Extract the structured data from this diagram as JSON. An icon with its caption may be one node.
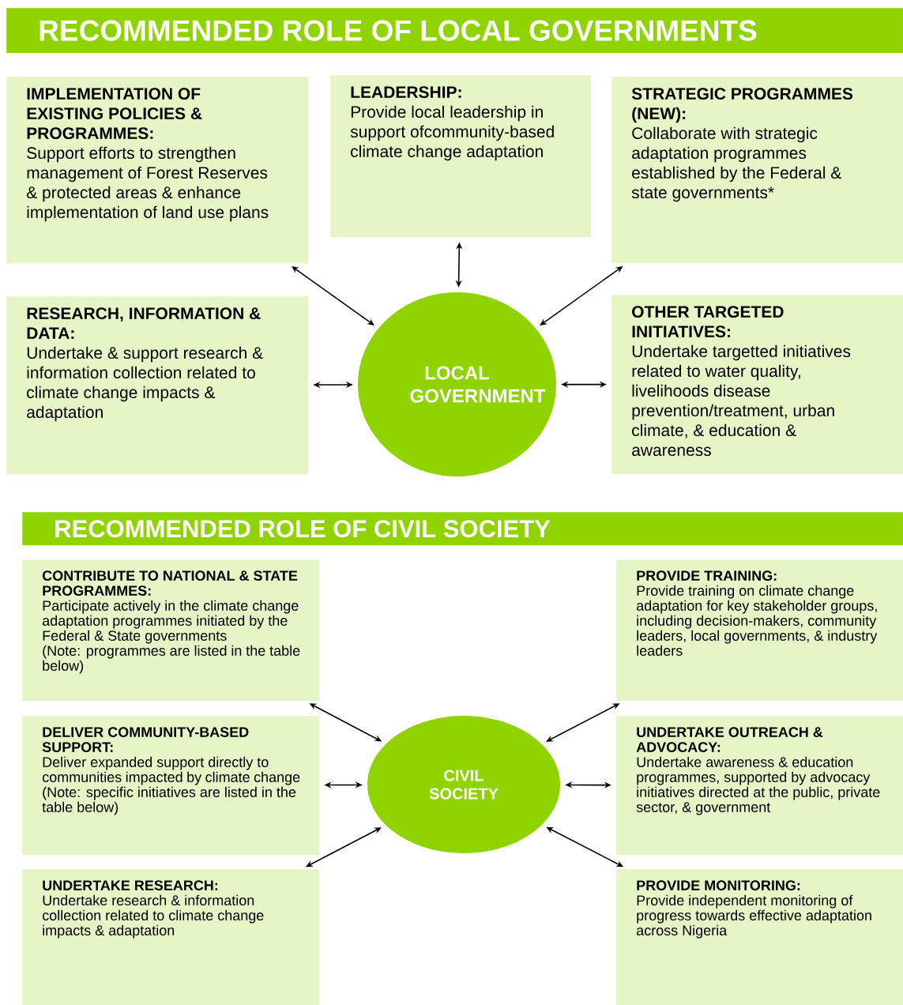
{
  "diagram": {
    "nodes": [
      {
        "text": [
          "RECOMMENDED ROLE OF LOCAL GOVERNMENTS"
        ]
      },
      {
        "text": [
          "IMPLEMENTATION OF EXISTING POLICIES & PROGRAMMES:",
          "Support efforts to strengthen management of Forest Reserves & protected areas & enhance implementation of land use plans"
        ]
      },
      {
        "text": [
          "LEADERSHIP:",
          "Provide local leadership in support ofcommunity-based climate change adaptation"
        ]
      },
      {
        "text": [
          "STRATEGIC PROGRAMMES (NEW):",
          "Collaborate with strategic adaptation programmes established by the Federal & state governments*"
        ]
      },
      {
        "text": [
          "RESEARCH, INFORMATION & DATA:",
          "Undertake & support research & information collection related to climate change impacts & adaptation"
        ]
      },
      {
        "text": [
          "LOCAL GOVERNMENT"
        ]
      },
      {
        "text": [
          "OTHER TARGETED INITIATIVES:",
          "Undertake targetted initiatives related to water quality, livelihoods disease prevention/treatment, urban climate, & education & awareness"
        ]
      },
      {
        "text": [
          "RECOMMENDED ROLE OF CIVIL SOCIETY"
        ]
      },
      {
        "text": [
          "CONTRIBUTE TO NATIONAL & STATE PROGRAMMES:",
          "Participate actively in the climate change adaptation programmes initiated by the Federal & State governments",
          "(Note: programmes are listed in the table below)"
        ]
      },
      {
        "text": [
          "PROVIDE TRAINING:",
          "Provide training on climate change adaptation for key stakeholder groups, including decision-makers, community leaders, local governments, & industry leaders"
        ]
      },
      {
        "text": [
          "DELIVER COMMUNITY-BASED SUPPORT:",
          "Deliver expanded support directly to communities impacted by climate change",
          "(Note: specific initiatives are listed in the table below)"
        ]
      },
      {
        "text": [
          "CIVIL SOCIETY"
        ]
      },
      {
        "text": [
          "UNDERTAKE OUTREACH & ADVOCACY:",
          "Undertake awareness & education programmes, supported by advocacy initiatives directed at the public, private sector, & government"
        ]
      },
      {
        "text": [
          "UNDERTAKE RESEARCH:",
          "Undertake research & information collection related to climate change impacts & adaptation"
        ]
      },
      {
        "text": [
          "PROVIDE MONITORING:",
          "Provide independent monitoring of progress towards effective adaptation across Nigeria"
        ]
      }
    ],
    "edges": [
      {
        "from": 5,
        "to": 1,
        "arrow": "both"
      },
      {
        "from": 5,
        "to": 2,
        "arrow": "both"
      },
      {
        "from": 5,
        "to": 3,
        "arrow": "both"
      },
      {
        "from": 5,
        "to": 4,
        "arrow": "both"
      },
      {
        "from": 5,
        "to": 6,
        "arrow": "both"
      },
      {
        "from": 11,
        "to": 8,
        "arrow": "both"
      },
      {
        "from": 11,
        "to": 9,
        "arrow": "both"
      },
      {
        "from": 11,
        "to": 10,
        "arrow": "both"
      },
      {
        "from": 11,
        "to": 12,
        "arrow": "both"
      },
      {
        "from": 11,
        "to": 13,
        "arrow": "both"
      },
      {
        "from": 11,
        "to": 14,
        "arrow": "both"
      }
    ]
  }
}
